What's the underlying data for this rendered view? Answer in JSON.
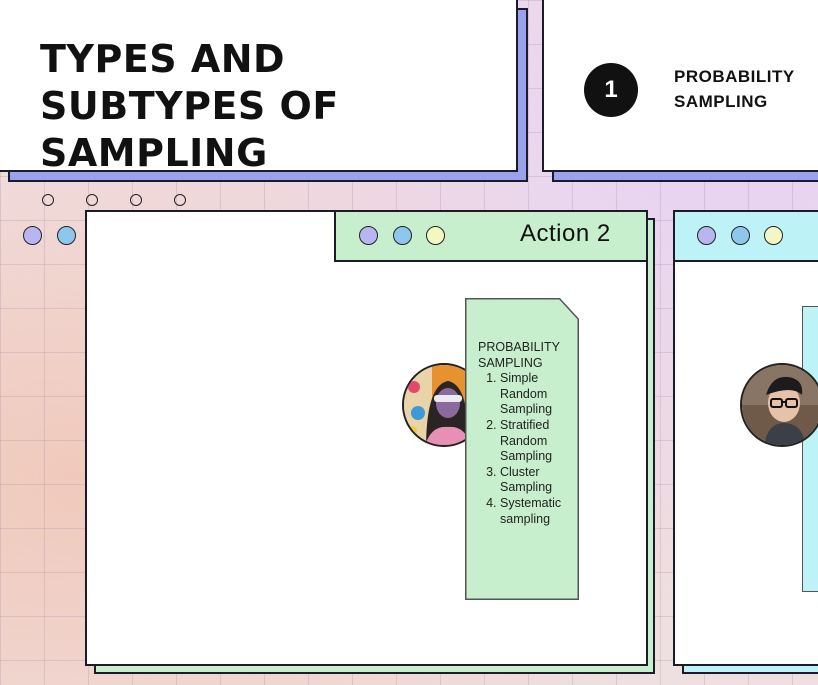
{
  "slide": {
    "title_lines": [
      "TYPES AND",
      "SUBTYPES OF",
      "SAMPLING"
    ],
    "badge_number": "1",
    "section_title_lines": [
      "PROBABILITY",
      "SAMPLING"
    ]
  },
  "window_left": {
    "title": "Action 2",
    "note": {
      "heading": "PROBABILITY SAMPLING",
      "items": [
        "Simple Random Sampling",
        "Stratified Random Sampling",
        "Cluster Sampling",
        "Systematic sampling"
      ]
    }
  },
  "colors": {
    "shadow_blue": "#9aa2ee",
    "window_green": "#c8efcd",
    "window_cyan": "#bdf2f7",
    "dot_purple": "#b9b5f0",
    "dot_blue": "#8fc6ec",
    "dot_yellow": "#f3f7c3"
  }
}
